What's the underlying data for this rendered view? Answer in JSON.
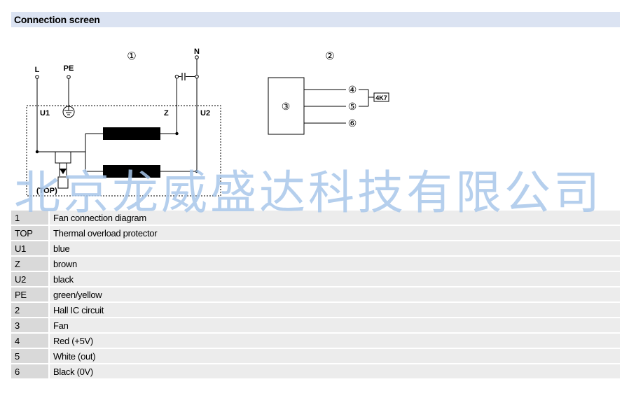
{
  "header": {
    "title": "Connection screen"
  },
  "diagram": {
    "marker_1": "①",
    "marker_2": "②",
    "label_N": "N",
    "label_L": "L",
    "label_PE": "PE",
    "label_U1": "U1",
    "label_Z": "Z",
    "label_U2": "U2",
    "label_TOP": "(TOP)",
    "fan_number": "③",
    "wire_4": "④",
    "wire_5": "⑤",
    "wire_6": "⑥",
    "resistor_label": "4K7"
  },
  "watermark": {
    "text": "北京龙威盛达科技有限公司"
  },
  "legend": {
    "rows": [
      {
        "key": "1",
        "value": "Fan connection diagram"
      },
      {
        "key": "TOP",
        "value": "Thermal overload protector"
      },
      {
        "key": "U1",
        "value": "blue"
      },
      {
        "key": "Z",
        "value": "brown"
      },
      {
        "key": "U2",
        "value": "black"
      },
      {
        "key": "PE",
        "value": "green/yellow"
      },
      {
        "key": "2",
        "value": "Hall IC circuit"
      },
      {
        "key": "3",
        "value": "Fan"
      },
      {
        "key": "4",
        "value": "Red (+5V)"
      },
      {
        "key": "5",
        "value": "White (out)"
      },
      {
        "key": "6",
        "value": "Black (0V)"
      }
    ]
  }
}
